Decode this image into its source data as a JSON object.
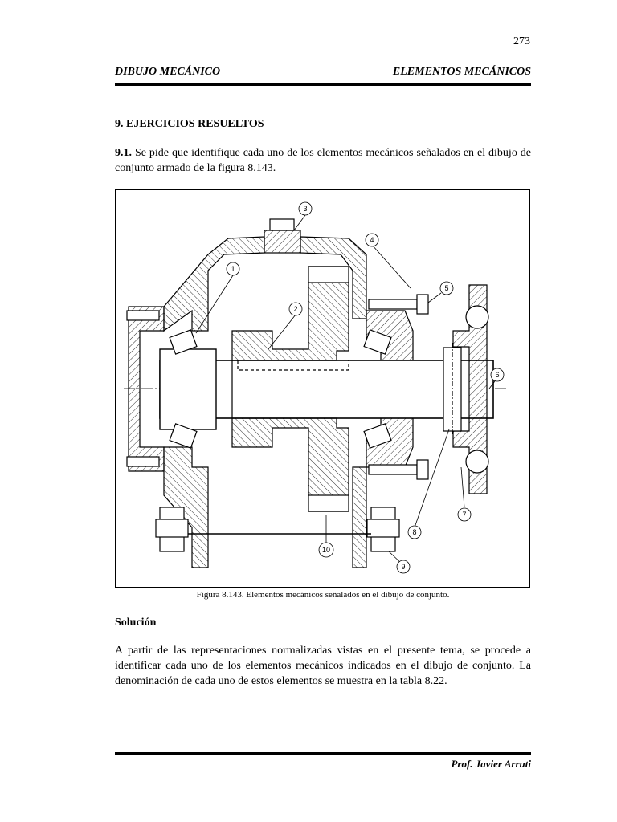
{
  "page": {
    "number": "273"
  },
  "header": {
    "left": "DIBUJO MECÁNICO",
    "right": "ELEMENTOS MECÁNICOS"
  },
  "section": {
    "heading": "9. EJERCICIOS RESUELTOS"
  },
  "exercise": {
    "number": "9.1.",
    "text": " Se pide que identifique cada uno de los elementos mecánicos señalados en el dibujo de conjunto armado de la figura 8.143."
  },
  "figure": {
    "callouts": [
      "1",
      "2",
      "3",
      "4",
      "5",
      "6",
      "7",
      "8",
      "9",
      "10"
    ],
    "caption": "Figura 8.143. Elementos mecánicos señalados en el dibujo de conjunto."
  },
  "solution": {
    "heading": "Solución",
    "text": "A partir de las representaciones normalizadas vistas en el presente tema, se procede a identificar cada uno de los elementos mecánicos indicados en el dibujo de conjunto. La denominación de cada uno de estos elementos se muestra en la tabla 8.22."
  },
  "footer": {
    "author": "Prof. Javier Arruti"
  }
}
